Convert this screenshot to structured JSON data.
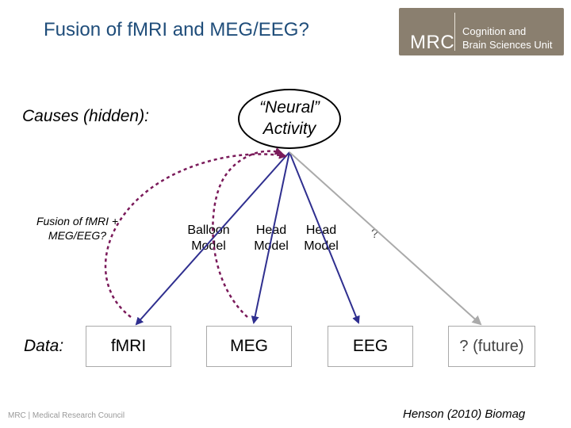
{
  "title": "Fusion of fMRI and MEG/EEG?",
  "logo": {
    "mark": "MRC",
    "line1": "Cognition and",
    "line2": "Brain Sciences Unit"
  },
  "causes_label": "Causes (hidden):",
  "neural_node": {
    "line1": "“Neural”",
    "line2": "Activity"
  },
  "fusion_note": "Fusion of fMRI + MEG/EEG?",
  "models": {
    "balloon": "Balloon Model",
    "head1": "Head Model",
    "head2": "Head Model",
    "unknown": "?"
  },
  "data_label": "Data:",
  "data_boxes": {
    "fmri": "fMRI",
    "meg": "MEG",
    "eeg": "EEG",
    "future": "? (future)"
  },
  "citation": "Henson (2010) Biomag",
  "footer_logo": "MRC | Medical Research Council",
  "colors": {
    "title": "#1f4d7a",
    "arrow_blue": "#2f2f8f",
    "arrow_gray": "#aaaaaa",
    "dashed_purple": "#7a1a5a",
    "logo_bg": "#8a7f6f"
  }
}
